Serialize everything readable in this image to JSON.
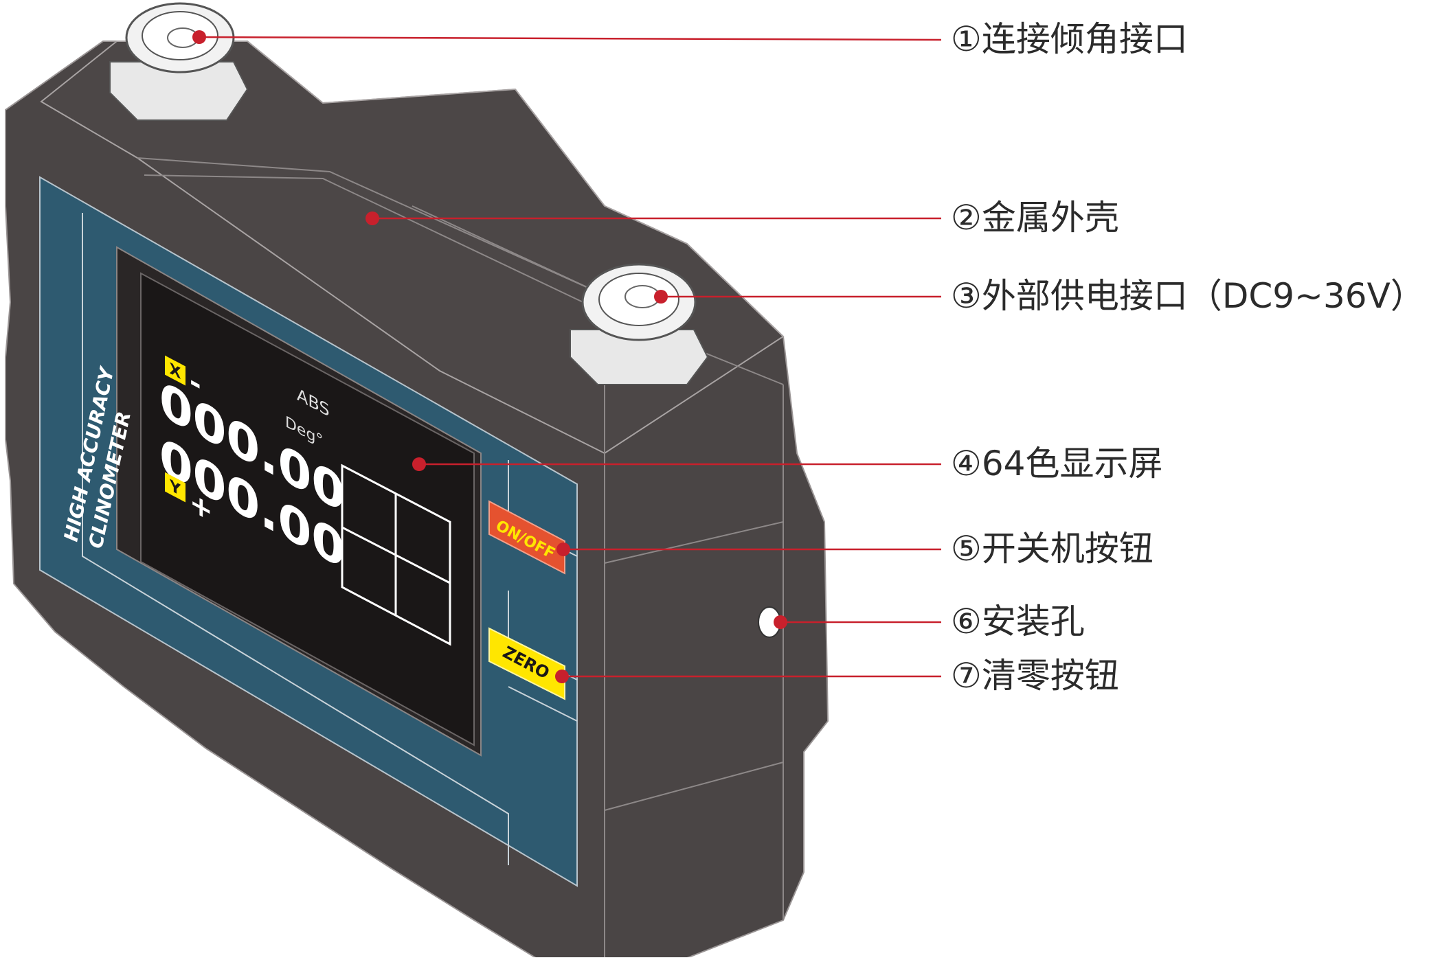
{
  "device": {
    "brand_line1": "HIGH ACCURACY",
    "brand_line2": "CLINOMETER",
    "screen": {
      "x_tag": "X",
      "x_sign": "-",
      "x_value": "000.00",
      "y_tag": "Y",
      "y_sign": "+",
      "y_value": "000.00",
      "mode": "ABS",
      "unit": "Deg°"
    },
    "buttons": {
      "power": "ON/OFF",
      "zero": "ZERO"
    }
  },
  "callouts": [
    {
      "id": "connector-tilt",
      "label": "①连接倾角接口"
    },
    {
      "id": "metal-housing",
      "label": "②金属外壳"
    },
    {
      "id": "power-port",
      "label": "③外部供电接口（DC9~36V）"
    },
    {
      "id": "display",
      "label": "④64色显示屏"
    },
    {
      "id": "power-button",
      "label": "⑤开关机按钮"
    },
    {
      "id": "mounting-hole",
      "label": "⑥安装孔"
    },
    {
      "id": "zero-button",
      "label": "⑦清零按钮"
    }
  ],
  "colors": {
    "body": "#4a4545",
    "body_dark": "#3a3636",
    "panel": "#2e5a70",
    "screen": "#1a1717",
    "leader": "#c8202c",
    "power_button": "#e5522f",
    "zero_button": "#ffe600",
    "tag": "#ffe600"
  }
}
